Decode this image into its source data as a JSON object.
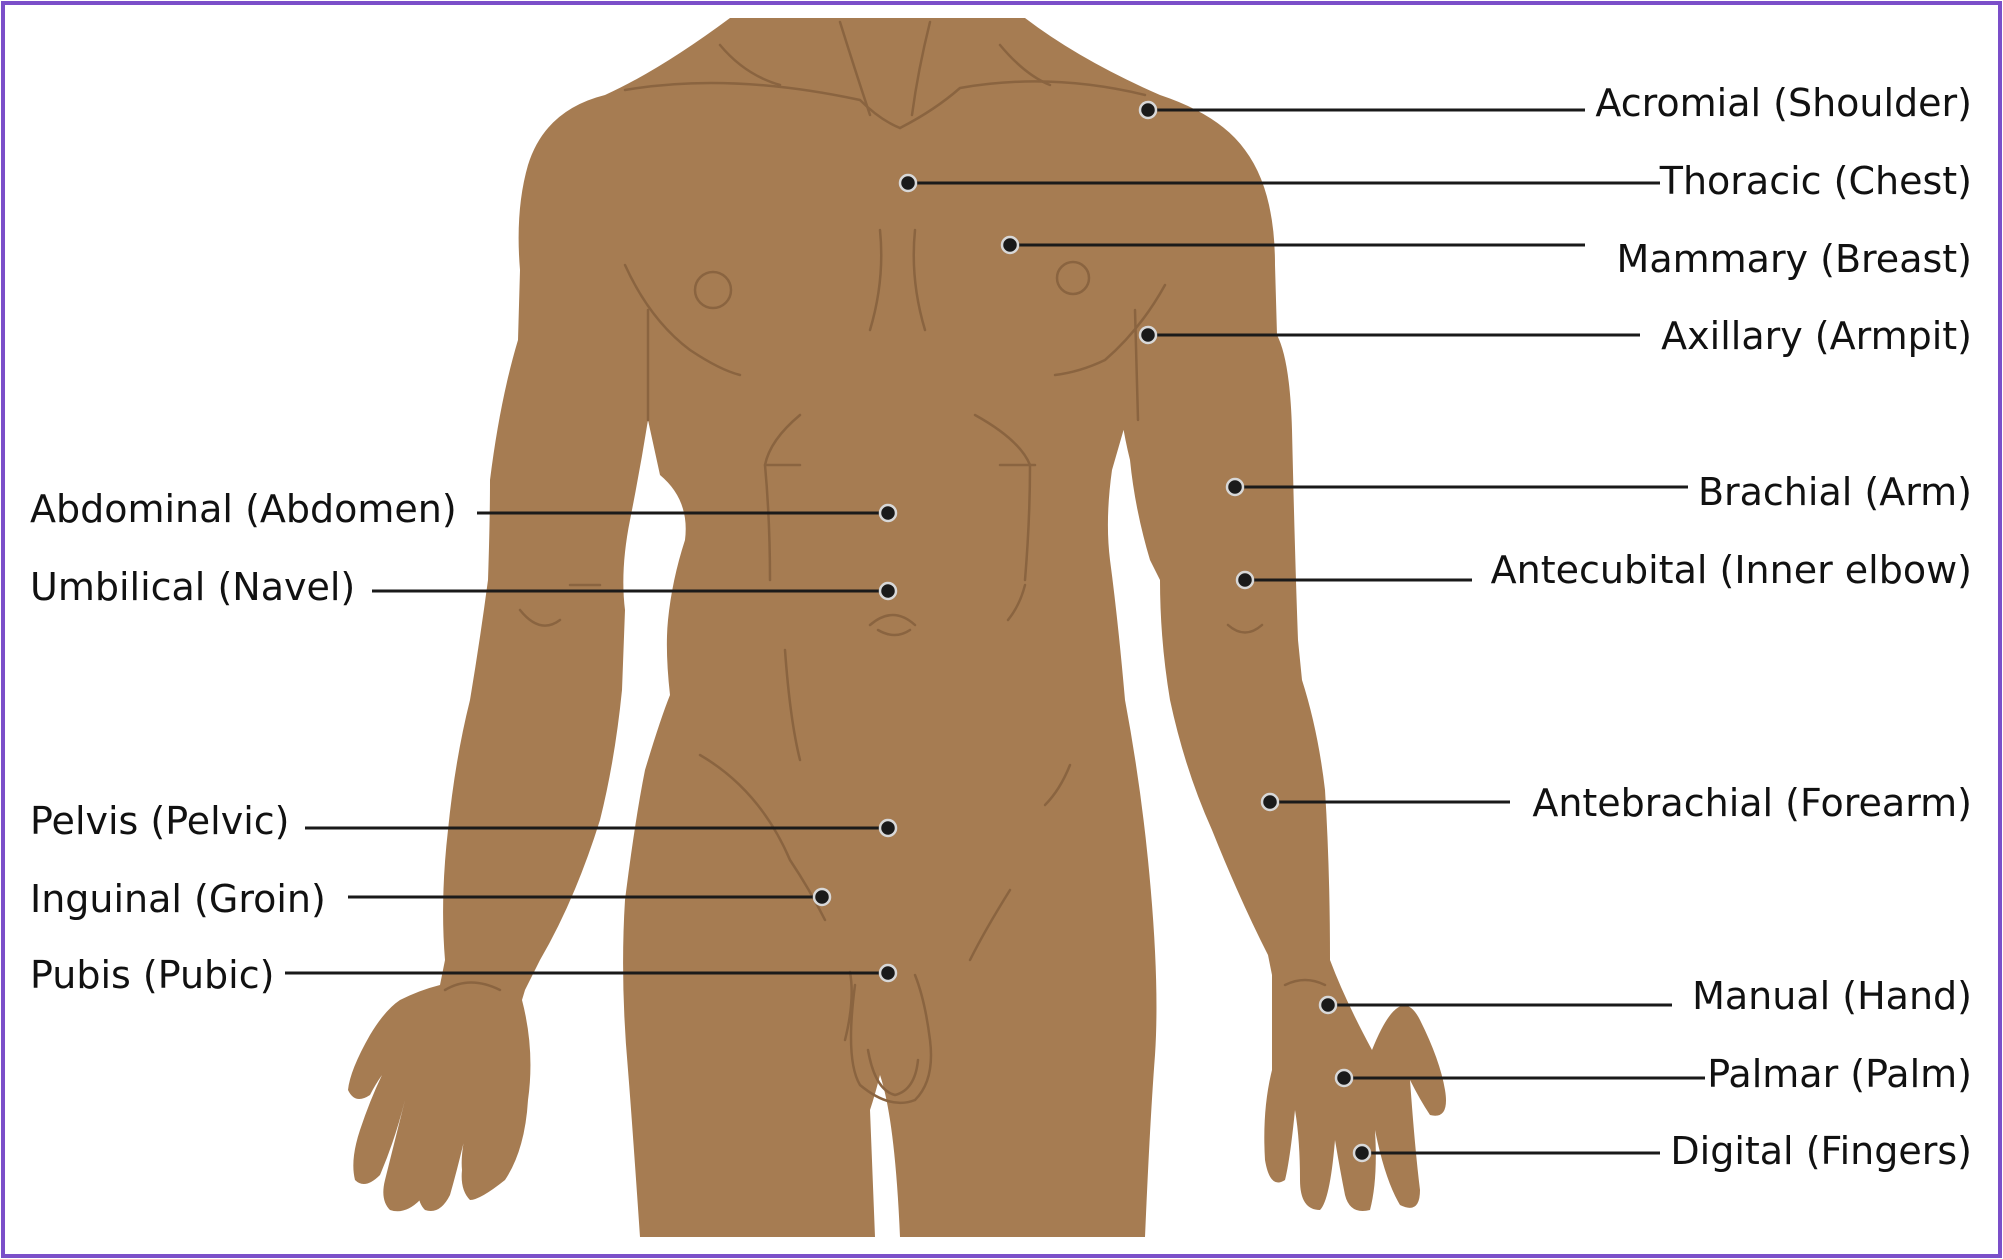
{
  "colors": {
    "border": "#7b4fc9",
    "skin": "#a67c52",
    "crease": "#8a6440",
    "label_text": "#111111",
    "leader_line": "#1a1a1a"
  },
  "labels": {
    "acromial": "Acromial (Shoulder)",
    "thoracic": "Thoracic (Chest)",
    "mammary": "Mammary (Breast)",
    "axillary": "Axillary (Armpit)",
    "brachial": "Brachial (Arm)",
    "antecubital": "Antecubital (Inner elbow)",
    "antebrachial": "Antebrachial (Forearm)",
    "manual": "Manual (Hand)",
    "palmar": "Palmar (Palm)",
    "digital": "Digital (Fingers)",
    "abdominal": "Abdominal (Abdomen)",
    "umbilical": "Umbilical (Navel)",
    "pelvis": "Pelvis (Pelvic)",
    "inguinal": "Inguinal (Groin)",
    "pubis": "Pubis (Pubic)"
  }
}
